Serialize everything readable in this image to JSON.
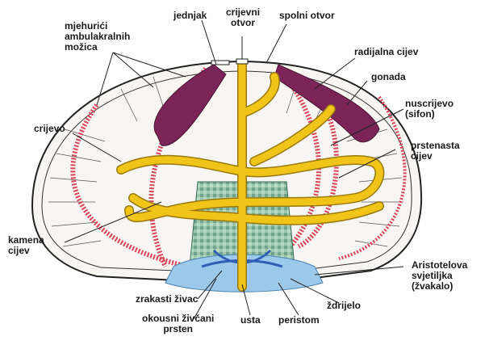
{
  "labels": {
    "mjehurici": [
      "mjehurići",
      "ambulakralnih",
      "možica"
    ],
    "jednjak": [
      "jednjak"
    ],
    "crijevni_otvor": [
      "crijevni",
      "otvor"
    ],
    "spolni_otvor": [
      "spolni otvor"
    ],
    "radijalna_cijev": [
      "radijalna cijev"
    ],
    "gonada": [
      "gonada"
    ],
    "nuscrijevo": [
      "nuscrijevo",
      "(sifon)"
    ],
    "crijevo": [
      "crijevo"
    ],
    "prstenasta_cijev": [
      "prstenasta",
      "cijev"
    ],
    "kamena_cijev": [
      "kamena",
      "cijev"
    ],
    "aristotelova": [
      "Aristotelova",
      "svjetiljka",
      "(žvakalo)"
    ],
    "zrakasti_zivac": [
      "zrakasti živac"
    ],
    "zdrijelo": [
      "ždrijelo"
    ],
    "okousni": [
      "okousni živčani",
      "prsten"
    ],
    "usta": [
      "usta"
    ],
    "peristom": [
      "peristom"
    ]
  },
  "colors": {
    "shell_outline": "#222222",
    "shell_fill": "#f8f6f2",
    "gonad": "#7a2457",
    "ambulacral": "#d8455a",
    "intestine": "#f0c419",
    "intestine_edge": "#9a7a10",
    "lantern": "#8fbfa8",
    "peristome": "#9cc9ea",
    "nerve": "#2f5fb3"
  }
}
